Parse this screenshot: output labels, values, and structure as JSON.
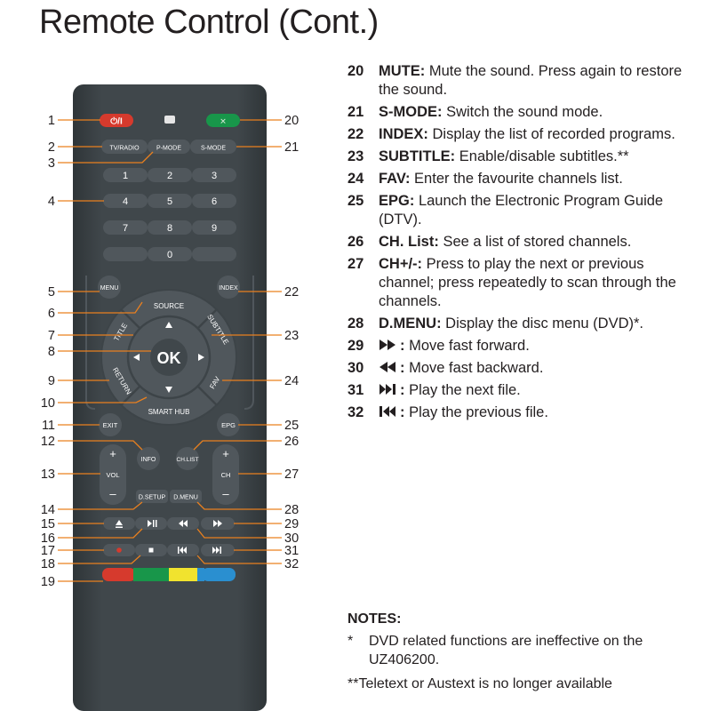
{
  "title": "Remote Control (Cont.)",
  "remote": {
    "tv_radio": "TV/RADIO",
    "p_mode": "P-MODE",
    "s_mode": "S-MODE",
    "digits": [
      "1",
      "2",
      "3",
      "4",
      "5",
      "6",
      "7",
      "8",
      "9",
      "0"
    ],
    "menu": "MENU",
    "index": "INDEX",
    "source": "SOURCE",
    "subtitle": "SUBTITLE",
    "title": "TITLE",
    "return": "RETURN",
    "fav": "FAV",
    "smart_hub": "SMART HUB",
    "ok": "OK",
    "exit": "EXIT",
    "epg": "EPG",
    "info": "INFO",
    "ch_list": "CH.LIST",
    "vol": "VOL",
    "ch": "CH",
    "plus": "+",
    "minus": "–",
    "d_setup": "D.SETUP",
    "d_menu": "D.MENU",
    "colors": {
      "body": "#3d4448",
      "button": "#50575c",
      "red": "#d63a2d",
      "green": "#18964a",
      "yellow": "#f1e32e",
      "blue": "#2a8fd0"
    }
  },
  "callouts": [
    "1",
    "2",
    "3",
    "4",
    "5",
    "6",
    "7",
    "8",
    "9",
    "10",
    "11",
    "12",
    "13",
    "14",
    "15",
    "16",
    "17",
    "18",
    "19",
    "20",
    "21",
    "22",
    "23",
    "24",
    "25",
    "26",
    "27",
    "28",
    "29",
    "30",
    "31",
    "32"
  ],
  "items": [
    {
      "num": "20",
      "label": "MUTE:",
      "text": "Mute the sound. Press again to restore the sound."
    },
    {
      "num": "21",
      "label": "S-MODE:",
      "text": "Switch the sound mode."
    },
    {
      "num": "22",
      "label": "INDEX:",
      "text": "Display the list of recorded programs."
    },
    {
      "num": "23",
      "label": "SUBTITLE:",
      "text": "Enable/disable subtitles.**"
    },
    {
      "num": "24",
      "label": "FAV:",
      "text": "Enter the favourite channels list."
    },
    {
      "num": "25",
      "label": "EPG:",
      "text": "Launch the Electronic Program Guide (DTV)."
    },
    {
      "num": "26",
      "label": "CH. List:",
      "text": "See a list of stored channels."
    },
    {
      "num": "27",
      "label": "CH+/-:",
      "text": "Press to play the next or previous channel; press repeatedly to scan through the channels."
    },
    {
      "num": "28",
      "label": "D.MENU:",
      "text": "Display the disc menu (DVD)*."
    },
    {
      "num": "29",
      "label": ":",
      "text": "Move fast forward.",
      "icon": "fast-forward-icon"
    },
    {
      "num": "30",
      "label": ":",
      "text": "Move fast backward.",
      "icon": "fast-backward-icon"
    },
    {
      "num": "31",
      "label": ":",
      "text": "Play the next file.",
      "icon": "next-track-icon"
    },
    {
      "num": "32",
      "label": ":",
      "text": "Play the previous file.",
      "icon": "previous-track-icon"
    }
  ],
  "notes": {
    "title": "NOTES:",
    "lines": [
      {
        "mark": "*",
        "text": "DVD related functions are ineffective on the UZ406200."
      },
      {
        "mark": "",
        "text": "**Teletext or Austext is no longer available"
      }
    ]
  }
}
